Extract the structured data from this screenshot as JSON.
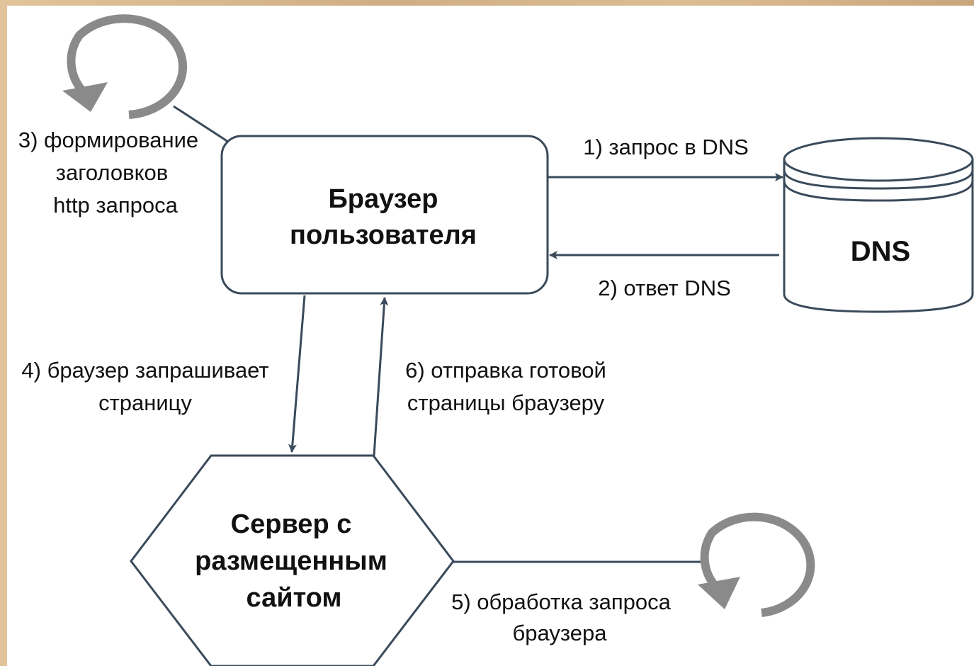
{
  "nodes": {
    "browser": {
      "line1": "Браузер",
      "line2": "пользователя"
    },
    "dns": {
      "label": "DNS"
    },
    "server": {
      "line1": "Сервер с",
      "line2": "размещенным",
      "line3": "сайтом"
    }
  },
  "edges": {
    "dns_request": {
      "line1": "1) запрос в DNS"
    },
    "dns_response": {
      "line1": "2) ответ DNS"
    },
    "headers": {
      "line1": "3) формирование",
      "line2": "заголовков",
      "line3": "http запроса"
    },
    "page_request": {
      "line1": "4) браузер запрашивает",
      "line2": "страницу"
    },
    "processing": {
      "line1": "5) обработка запроса",
      "line2": "браузера"
    },
    "page_send": {
      "line1": "6) отправка готовой",
      "line2": "страницы браузеру"
    }
  },
  "colors": {
    "stroke": "#3a4a5a",
    "loop_arrow": "#8a8a8a",
    "frame": "#d9b98f"
  }
}
